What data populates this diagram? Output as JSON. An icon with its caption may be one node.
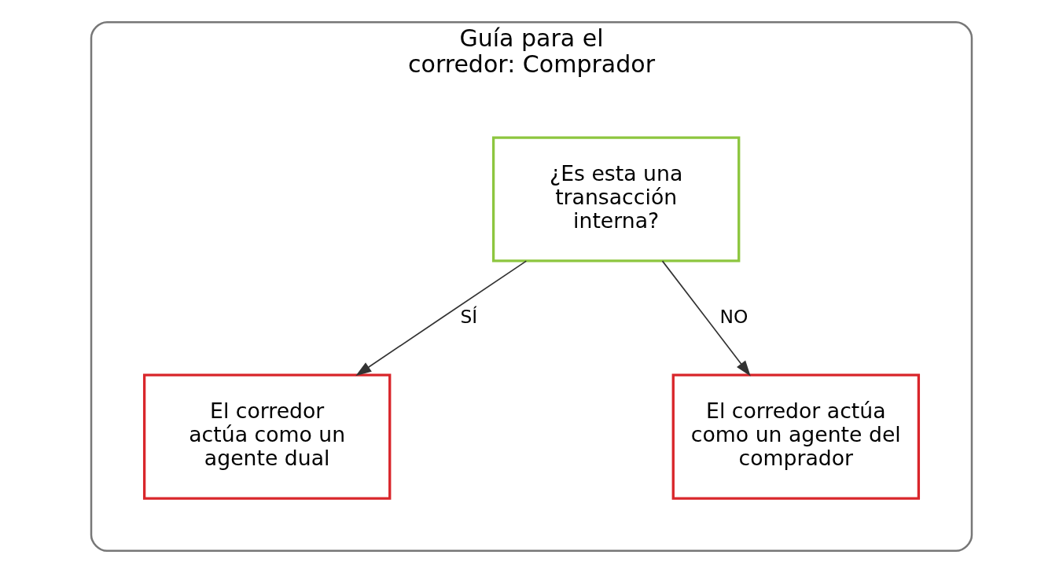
{
  "diagram": {
    "nodes": [
      {
        "text": [
          "Guía para el corredor: Comprador"
        ]
      },
      {
        "text": [
          "¿Es esta una transacción interna?"
        ],
        "in": 0
      },
      {
        "text": [
          "El corredor actúa como un agente dual"
        ],
        "in": 0
      },
      {
        "text": [
          "El corredor actúa como un agente del comprador"
        ],
        "in": 0
      }
    ],
    "edges": [
      {
        "from": 1,
        "to": 2,
        "label": "SÍ",
        "arrow": "to"
      },
      {
        "from": 1,
        "to": 3,
        "label": "NO",
        "arrow": "to"
      }
    ]
  }
}
